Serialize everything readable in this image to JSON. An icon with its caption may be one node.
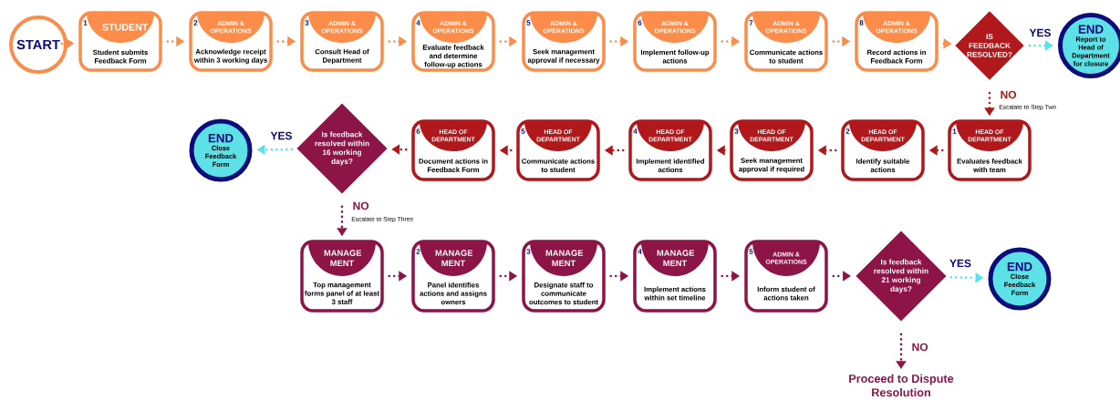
{
  "diagram": {
    "nodes": [
      {
        "text": [
          "START"
        ]
      },
      {
        "text": [
          "1",
          "STUDENT",
          "Student submits Feedback Form"
        ]
      },
      {
        "text": [
          "2",
          "ADMIN & OPERATIONS",
          "Acknowledge receipt within 3 working days"
        ]
      },
      {
        "text": [
          "3",
          "ADMIN & OPERATIONS",
          "Consult Head of Department"
        ]
      },
      {
        "text": [
          "4",
          "ADMIN & OPERATIONS",
          "Evaluate feedback and determine follow-up actions"
        ]
      },
      {
        "text": [
          "5",
          "ADMIN & OPERATIONS",
          "Seek management approval if necessary"
        ]
      },
      {
        "text": [
          "6",
          "ADMIN & OPERATIONS",
          "Implement follow-up actions"
        ]
      },
      {
        "text": [
          "7",
          "ADMIN & OPERATIONS",
          "Communicate actions to student"
        ]
      },
      {
        "text": [
          "8",
          "ADMIN & OPERATIONS",
          "Record actions in Feedback Form"
        ]
      },
      {
        "text": [
          "IS FEEDBACK RESOLVED?"
        ]
      },
      {
        "text": [
          "END",
          "Report to Head of Department for closure"
        ]
      },
      {
        "text": [
          "1",
          "HEAD OF DEPARTMENT",
          "Evaluates feedback with team"
        ]
      },
      {
        "text": [
          "2",
          "HEAD OF DEPARTMENT",
          "Identify suitable actions"
        ]
      },
      {
        "text": [
          "3",
          "HEAD OF DEPARTMENT",
          "Seek management approval if required"
        ]
      },
      {
        "text": [
          "4",
          "HEAD OF DEPARTMENT",
          "Implement identified actions"
        ]
      },
      {
        "text": [
          "5",
          "HEAD OF DEPARTMENT",
          "Communicate actions to student"
        ]
      },
      {
        "text": [
          "6",
          "HEAD OF DEPARTMENT",
          "Document actions in Feedback Form"
        ]
      },
      {
        "text": [
          "Is feedback resolved within 16 working days?"
        ]
      },
      {
        "text": [
          "END",
          "Close Feedback Form"
        ]
      },
      {
        "text": [
          "MANAGE MENT",
          "Top management forms panel of at least 3 staff"
        ]
      },
      {
        "text": [
          "2",
          "MANAGE MENT",
          "Panel identifies actions and assigns owners"
        ]
      },
      {
        "text": [
          "3",
          "MANAGE MENT",
          "Designate staff to communicate outcomes to student"
        ]
      },
      {
        "text": [
          "4",
          "MANAGE MENT",
          "Implement actions within set timeline"
        ]
      },
      {
        "text": [
          "5",
          "ADMIN & OPERATIONS",
          "Inform student of actions taken"
        ]
      },
      {
        "text": [
          "Is feedback resolved within 21 working days?"
        ]
      },
      {
        "text": [
          "END",
          "Close Feedback Form"
        ]
      },
      {
        "text": [
          "Proceed to Dispute Resolution"
        ]
      }
    ],
    "edges": [
      {
        "from": 0,
        "to": 1,
        "arrow": "to"
      },
      {
        "from": 1,
        "to": 2,
        "arrow": "to"
      },
      {
        "from": 2,
        "to": 3,
        "arrow": "to"
      },
      {
        "from": 3,
        "to": 4,
        "arrow": "to"
      },
      {
        "from": 4,
        "to": 5,
        "arrow": "to"
      },
      {
        "from": 5,
        "to": 6,
        "arrow": "to"
      },
      {
        "from": 6,
        "to": 7,
        "arrow": "to"
      },
      {
        "from": 7,
        "to": 8,
        "arrow": "to"
      },
      {
        "from": 8,
        "to": 9,
        "arrow": "to"
      },
      {
        "from": 9,
        "to": 10,
        "arrow": "to",
        "label": "YES",
        "color": "#5ce1e6"
      },
      {
        "from": 9,
        "to": 11,
        "arrow": "to",
        "label": "NO",
        "color": "#b0181b"
      },
      {
        "from": 11,
        "to": 12,
        "arrow": "to",
        "color": "#b0181b"
      },
      {
        "from": 12,
        "to": 13,
        "arrow": "to",
        "color": "#b0181b"
      },
      {
        "from": 13,
        "to": 14,
        "arrow": "to",
        "color": "#b0181b"
      },
      {
        "from": 14,
        "to": 15,
        "arrow": "to",
        "color": "#b0181b"
      },
      {
        "from": 15,
        "to": 16,
        "arrow": "to",
        "color": "#b0181b"
      },
      {
        "from": 16,
        "to": 17,
        "arrow": "to",
        "color": "#b0181b"
      },
      {
        "from": 17,
        "to": 18,
        "arrow": "to",
        "label": "YES",
        "color": "#5ce1e6"
      },
      {
        "from": 17,
        "to": 19,
        "arrow": "to",
        "label": "NO",
        "color": "#8c1447"
      },
      {
        "from": 19,
        "to": 20,
        "arrow": "to",
        "color": "#8c1447"
      },
      {
        "from": 20,
        "to": 21,
        "arrow": "to",
        "color": "#8c1447"
      },
      {
        "from": 21,
        "to": 22,
        "arrow": "to",
        "color": "#8c1447"
      },
      {
        "from": 22,
        "to": 23,
        "arrow": "to",
        "color": "#8c1447"
      },
      {
        "from": 23,
        "to": 24,
        "arrow": "to",
        "color": "#8c1447"
      },
      {
        "from": 24,
        "to": 25,
        "arrow": "to",
        "label": "YES",
        "color": "#5ce1e6"
      },
      {
        "from": 24,
        "to": 26,
        "arrow": "to",
        "label": "NO",
        "color": "#8c1447"
      }
    ],
    "labels": [
      "Escalate to Step Two",
      "Escalate to Step Three"
    ]
  }
}
